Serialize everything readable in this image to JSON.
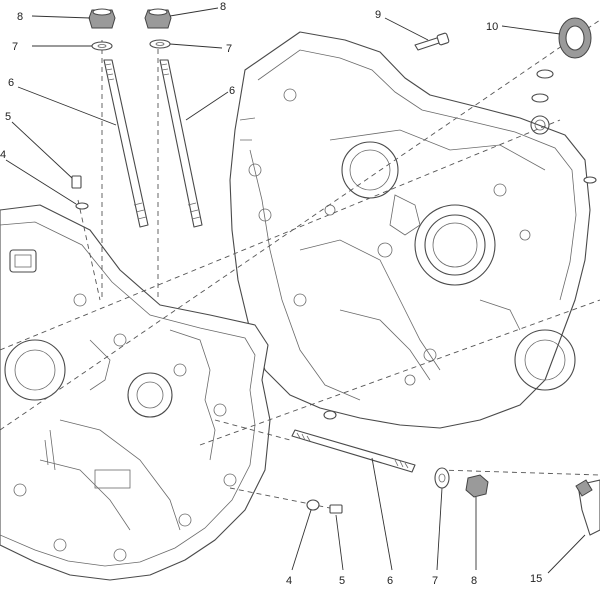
{
  "callouts": [
    {
      "id": "c8a",
      "label": "8"
    },
    {
      "id": "c8b",
      "label": "8"
    },
    {
      "id": "c7a",
      "label": "7"
    },
    {
      "id": "c7b",
      "label": "7"
    },
    {
      "id": "c6a",
      "label": "6"
    },
    {
      "id": "c6b",
      "label": "6"
    },
    {
      "id": "c5a",
      "label": "5"
    },
    {
      "id": "c4a",
      "label": "4"
    },
    {
      "id": "c9",
      "label": "9"
    },
    {
      "id": "c10",
      "label": "10"
    },
    {
      "id": "c4b",
      "label": "4"
    },
    {
      "id": "c5b",
      "label": "5"
    },
    {
      "id": "c6c",
      "label": "6"
    },
    {
      "id": "c7c",
      "label": "7"
    },
    {
      "id": "c8c",
      "label": "8"
    },
    {
      "id": "c15",
      "label": "15"
    }
  ]
}
